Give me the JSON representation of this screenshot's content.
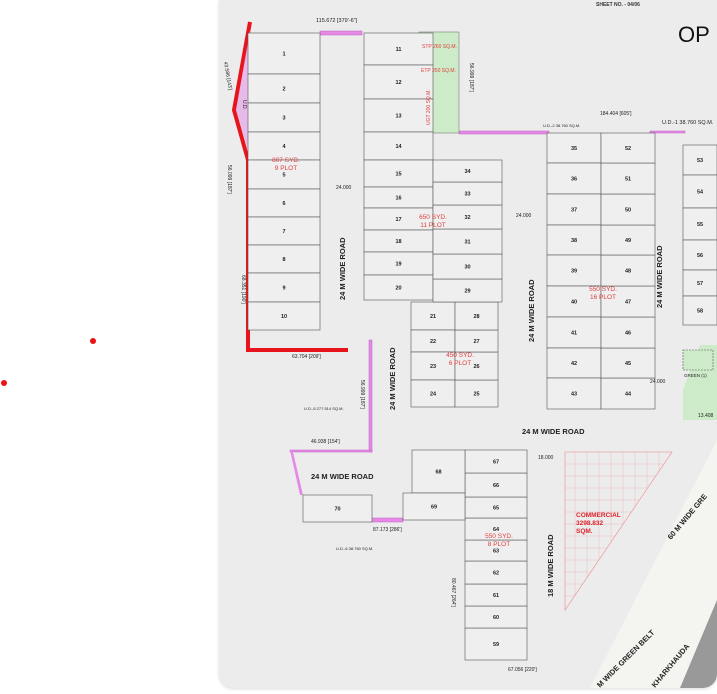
{
  "sheet_no": "SHEET NO. - 04/06",
  "title_partial": "OP",
  "dimensions": {
    "top": "115.672 [379'-6\"]",
    "left_upper": "43.586 [143']",
    "left_lower": "56.099 [187']",
    "left_bottom": "68.351 [190']",
    "bottom_left": "63.704 [209']",
    "etp_side": "56.999 [187']",
    "mid_top": "184.404 [605']",
    "ud_side": "56.999 [187']",
    "lower_left": "46.938 [154']",
    "lower_mid": "87.173 [286']",
    "lower_vertical": "80.467 [264']",
    "bottom": "67.056 [220']",
    "road_width_24": "24.000",
    "road_width_18": "18.000",
    "right_edge": "13.408"
  },
  "utility_areas": {
    "stp": "STP 260 SQ.M.",
    "etp": "ETP 250 SQ.M.",
    "ugt": "UGT 200 SQ.M.",
    "ud": "U.D.",
    "ud2": "U.D.-2 38.760 SQ.M.",
    "ud1": "U.D.-1 38.760 SQ.M.",
    "ud5": "U.D.-5 277.514 SQ.M.",
    "ud6": "U.D.-6 38.760 SQ.M.",
    "green": "GREEN (1)"
  },
  "block_labels": [
    {
      "area": "807 SYD.",
      "plots": "9 PLOT"
    },
    {
      "area": "650 SYD.",
      "plots": "11 PLOT"
    },
    {
      "area": "450 SYD.",
      "plots": "6 PLOT"
    },
    {
      "area": "550 SYD.",
      "plots": "16 PLOT"
    },
    {
      "area": "550 SYD.",
      "plots": "8 PLOT"
    }
  ],
  "roads": {
    "r24": "24 M WIDE ROAD",
    "r18": "18 M WIDE ROAD",
    "r60": "60 M WIDE GRE",
    "green_belt": "M WIDE GREEN BELT",
    "kharkhauda": "KHARKHAUDA"
  },
  "commercial": {
    "label": "COMMERCIAL",
    "area": "3298.832",
    "unit": "SQM."
  },
  "plots": [
    "1",
    "2",
    "3",
    "4",
    "5",
    "6",
    "7",
    "8",
    "9",
    "10",
    "11",
    "12",
    "13",
    "14",
    "15",
    "16",
    "17",
    "18",
    "19",
    "20",
    "21",
    "22",
    "23",
    "24",
    "25",
    "26",
    "27",
    "28",
    "29",
    "30",
    "31",
    "32",
    "33",
    "34",
    "35",
    "36",
    "37",
    "38",
    "39",
    "40",
    "41",
    "42",
    "43",
    "44",
    "45",
    "46",
    "47",
    "48",
    "49",
    "50",
    "51",
    "52",
    "53",
    "54",
    "55",
    "56",
    "57",
    "58",
    "59",
    "60",
    "61",
    "62",
    "63",
    "64",
    "65",
    "66",
    "67",
    "68",
    "69",
    "70"
  ],
  "colors": {
    "boundary": "#e8141c",
    "ud": "#e48ae6",
    "green": "#cdebc8",
    "text_red": "#e04040",
    "line": "#555555"
  }
}
